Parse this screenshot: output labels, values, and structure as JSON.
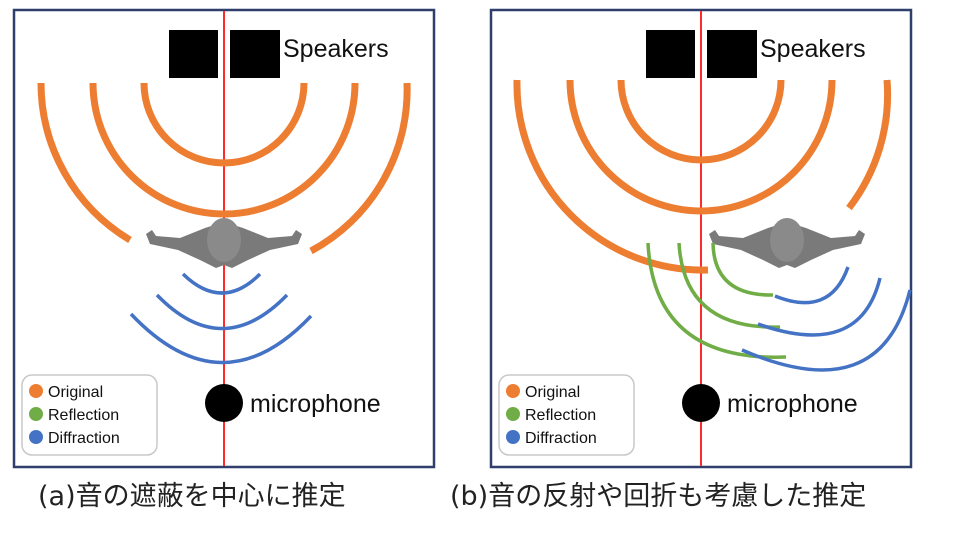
{
  "colors": {
    "original": "#ED7D31",
    "reflection": "#70AD47",
    "diffraction": "#4472C4",
    "axis_line": "#FF2A2A",
    "frame": "#2F3E6B",
    "speaker": "#000000",
    "person": "#7A7A7A"
  },
  "legend": {
    "items": [
      {
        "key": "original",
        "label": "Original"
      },
      {
        "key": "reflection",
        "label": "Reflection"
      },
      {
        "key": "diffraction",
        "label": "Diffraction"
      }
    ]
  },
  "panels": [
    {
      "id": "a",
      "speakers_label": "Speakers",
      "microphone_label": "microphone",
      "caption": "(a)音の遮蔽を中心に推定",
      "waves": {
        "original": 3,
        "reflection": 0,
        "diffraction": 3
      }
    },
    {
      "id": "b",
      "speakers_label": "Speakers",
      "microphone_label": "microphone",
      "caption": "(b)音の反射や回折も考慮した推定",
      "waves": {
        "original": 3,
        "reflection": 3,
        "diffraction": 3
      }
    }
  ],
  "icons": {
    "speaker": "speaker-icon",
    "microphone": "microphone-icon",
    "person": "person-topview-icon"
  }
}
